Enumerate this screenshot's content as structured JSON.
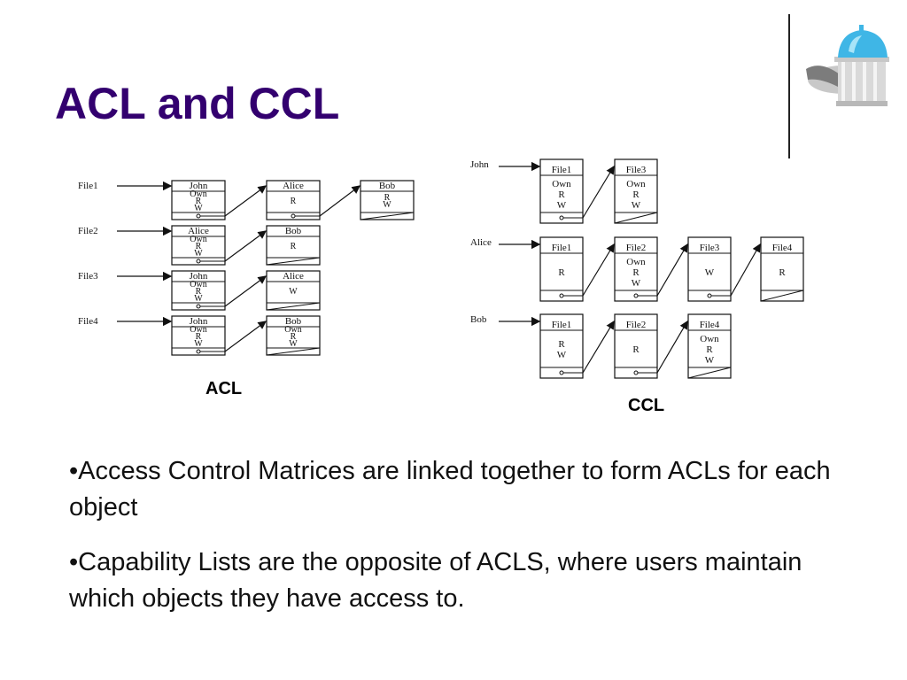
{
  "slide": {
    "title": "ACL and CCL",
    "title_color": "#33006f",
    "logo_icon": "old-well-dome-icon"
  },
  "acl": {
    "caption": "ACL",
    "rows": [
      {
        "label": "File1",
        "nodes": [
          {
            "name": "John",
            "rights": [
              "Own",
              "R",
              "W"
            ]
          },
          {
            "name": "Alice",
            "rights": [
              "R"
            ]
          },
          {
            "name": "Bob",
            "rights": [
              "R",
              "W"
            ]
          }
        ]
      },
      {
        "label": "File2",
        "nodes": [
          {
            "name": "Alice",
            "rights": [
              "Own",
              "R",
              "W"
            ]
          },
          {
            "name": "Bob",
            "rights": [
              "R"
            ]
          }
        ]
      },
      {
        "label": "File3",
        "nodes": [
          {
            "name": "John",
            "rights": [
              "Own",
              "R",
              "W"
            ]
          },
          {
            "name": "Alice",
            "rights": [
              "W"
            ]
          }
        ]
      },
      {
        "label": "File4",
        "nodes": [
          {
            "name": "John",
            "rights": [
              "Own",
              "R",
              "W"
            ]
          },
          {
            "name": "Bob",
            "rights": [
              "Own",
              "R",
              "W"
            ]
          }
        ]
      }
    ]
  },
  "ccl": {
    "caption": "CCL",
    "rows": [
      {
        "label": "John",
        "nodes": [
          {
            "name": "File1",
            "rights": [
              "Own",
              "R",
              "W"
            ]
          },
          {
            "name": "File3",
            "rights": [
              "Own",
              "R",
              "W"
            ]
          }
        ]
      },
      {
        "label": "Alice",
        "nodes": [
          {
            "name": "File1",
            "rights": [
              "R"
            ]
          },
          {
            "name": "File2",
            "rights": [
              "Own",
              "R",
              "W"
            ]
          },
          {
            "name": "File3",
            "rights": [
              "W"
            ]
          },
          {
            "name": "File4",
            "rights": [
              "R"
            ]
          }
        ]
      },
      {
        "label": "Bob",
        "nodes": [
          {
            "name": "File1",
            "rights": [
              "R",
              "W"
            ]
          },
          {
            "name": "File2",
            "rights": [
              "R"
            ]
          },
          {
            "name": "File4",
            "rights": [
              "Own",
              "R",
              "W"
            ]
          }
        ]
      }
    ]
  },
  "bullets": [
    "•Access Control Matrices are linked together to form ACLs for each object",
    "•Capability Lists are the opposite of ACLS, where users maintain which objects they have access to."
  ]
}
